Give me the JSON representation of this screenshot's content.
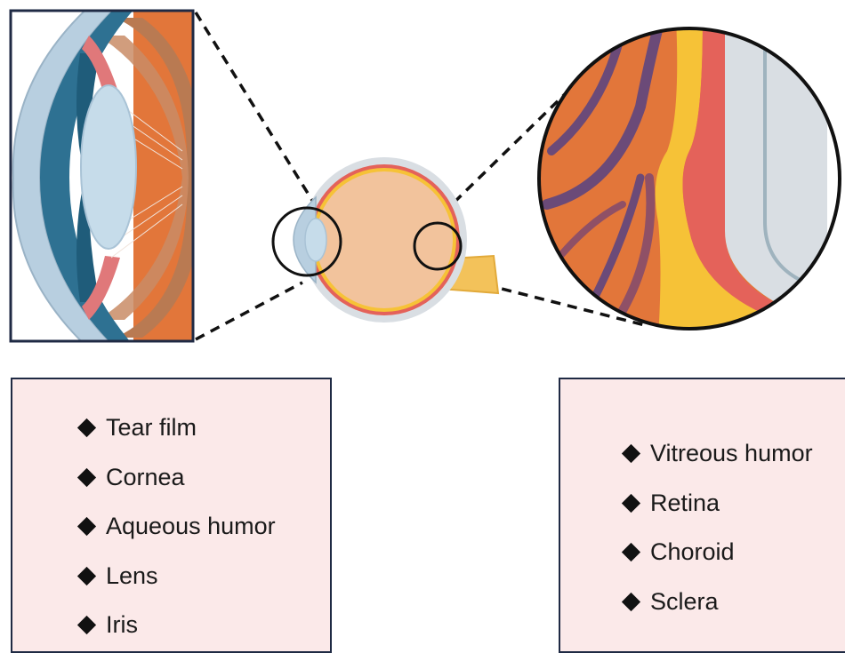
{
  "colors": {
    "frame": "#1f2a44",
    "legend_bg": "#fbe9e9",
    "sclera": "#d9dee3",
    "vitreous": "#f2c39c",
    "choroid": "#e4625a",
    "retina": "#f6c237",
    "vessel": "#6b4a78",
    "cornea": "#b8cfe0",
    "lens": "#c6dcea",
    "iris_blue": "#1f5c7a",
    "optic_nerve": "#f3c25a"
  },
  "legend_left": {
    "items": [
      "Tear film",
      "Cornea",
      "Aqueous humor",
      "Lens",
      "Iris"
    ]
  },
  "legend_right": {
    "items": [
      "Vitreous humor",
      "Retina",
      "Choroid",
      "Sclera"
    ]
  }
}
